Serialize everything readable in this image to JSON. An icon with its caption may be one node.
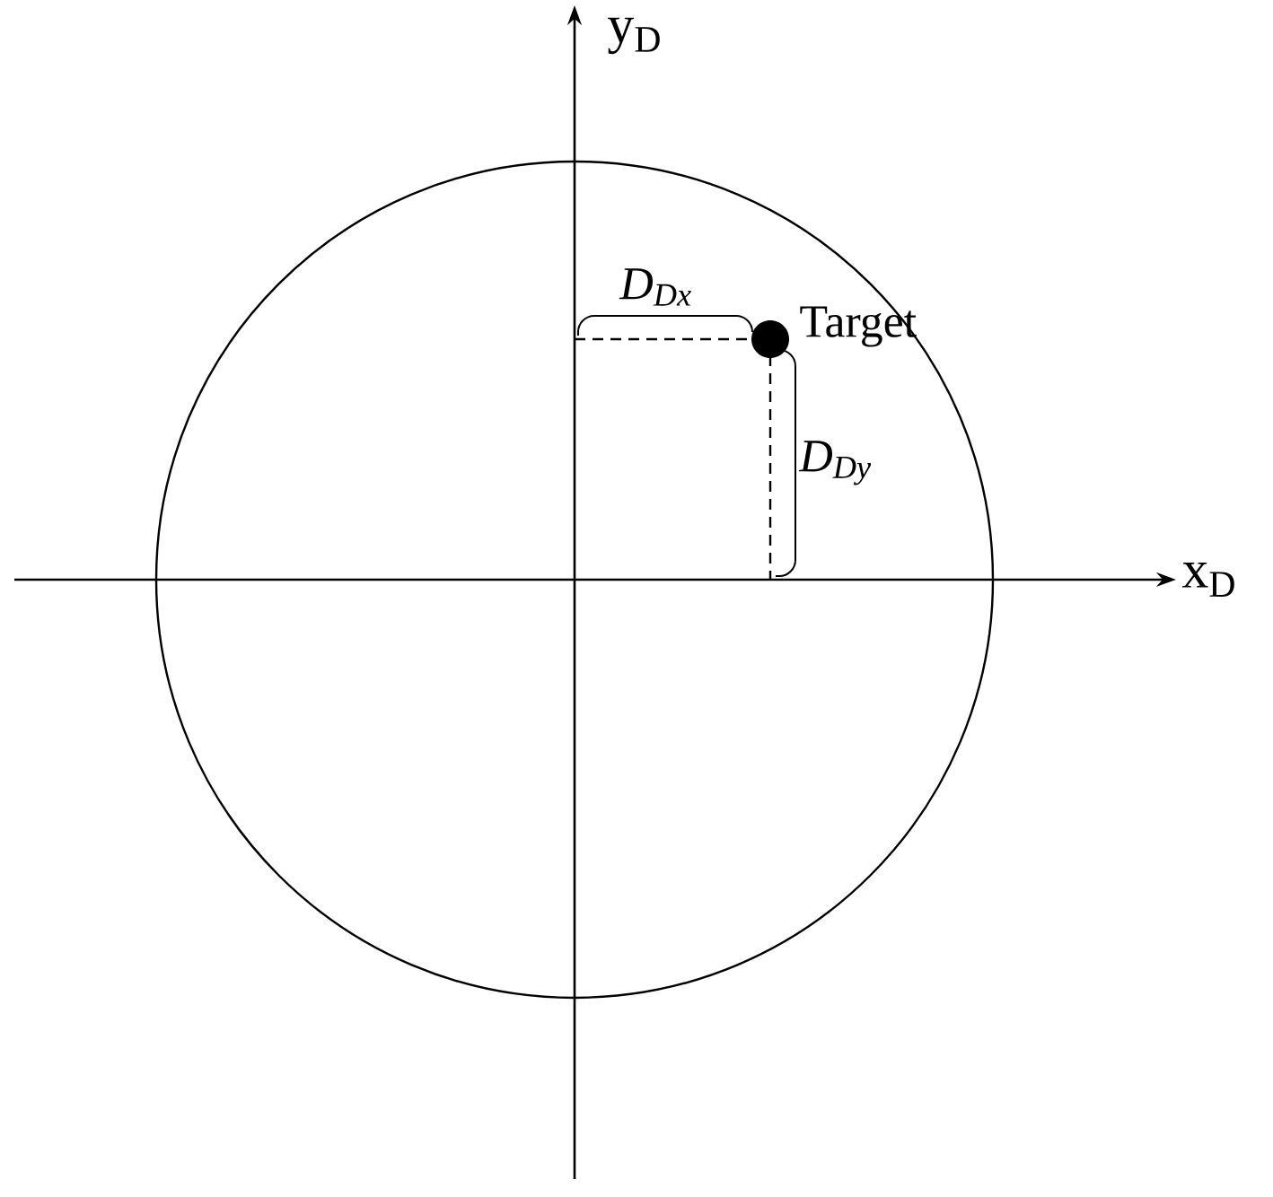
{
  "diagram": {
    "labels": [
      "y$_{D}$",
      "x$_{D}$",
      "D$_{Dx}$",
      "Target",
      "D$_{Dy}$"
    ]
  }
}
